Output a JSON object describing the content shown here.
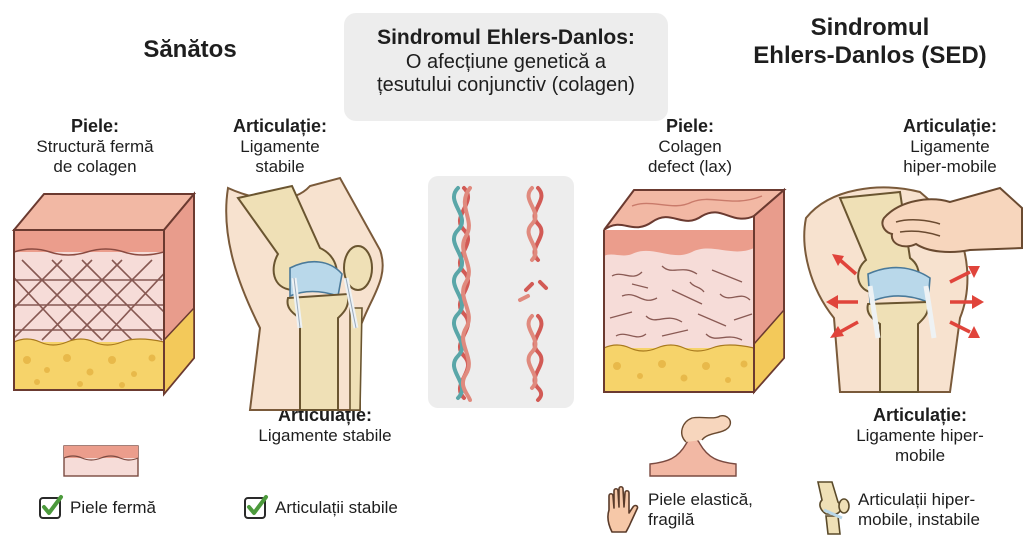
{
  "healthy": {
    "title": "Sănătos",
    "skin_label": "Piele:",
    "skin_desc_1": "Structură fermă",
    "skin_desc_2": "de colagen",
    "joint_label": "Articulație:",
    "joint_desc_1": "Ligamente",
    "joint_desc_2": "stabile",
    "joint_label_bottom": "Articulație:",
    "joint_desc_bottom": "Ligamente stabile",
    "check_skin": "Piele fermă",
    "check_joint": "Articulații stabile"
  },
  "center": {
    "title": "Sindromul Ehlers-Danlos:",
    "line2": "O afecțiune genetică a",
    "line3": "țesutului conjunctiv (colagen)"
  },
  "sed": {
    "title_1": "Sindromul",
    "title_2": "Ehlers-Danlos (SED)",
    "skin_label": "Piele:",
    "skin_desc_1": "Colagen",
    "skin_desc_2": "defect (lax)",
    "joint_label": "Articulație:",
    "joint_desc_1": "Ligamente",
    "joint_desc_2": "hiper-mobile",
    "joint_label_bottom": "Articulație:",
    "joint_desc_bottom_1": "Ligamente hiper-",
    "joint_desc_bottom_2": "mobile",
    "skin_note_1": "Piele elastică,",
    "skin_note_2": "fragilă",
    "joint_note_1": "Articulații hiper-",
    "joint_note_2": "mobile, instabile"
  },
  "colors": {
    "skin_top": "#f2b8a4",
    "skin_side": "#e8a08e",
    "dermis": "#f6dcd8",
    "fat": "#f6d36a",
    "bone": "#efe0b6",
    "ligament": "#b9d8ea",
    "strand_teal": "#5aa6a8",
    "strand_red": "#d25a55",
    "arrow_red": "#e0443b",
    "check_green": "#4c9a3c"
  },
  "icons": [
    "check-icon",
    "hand-icon",
    "knee-icon",
    "pinch-skin-icon"
  ]
}
